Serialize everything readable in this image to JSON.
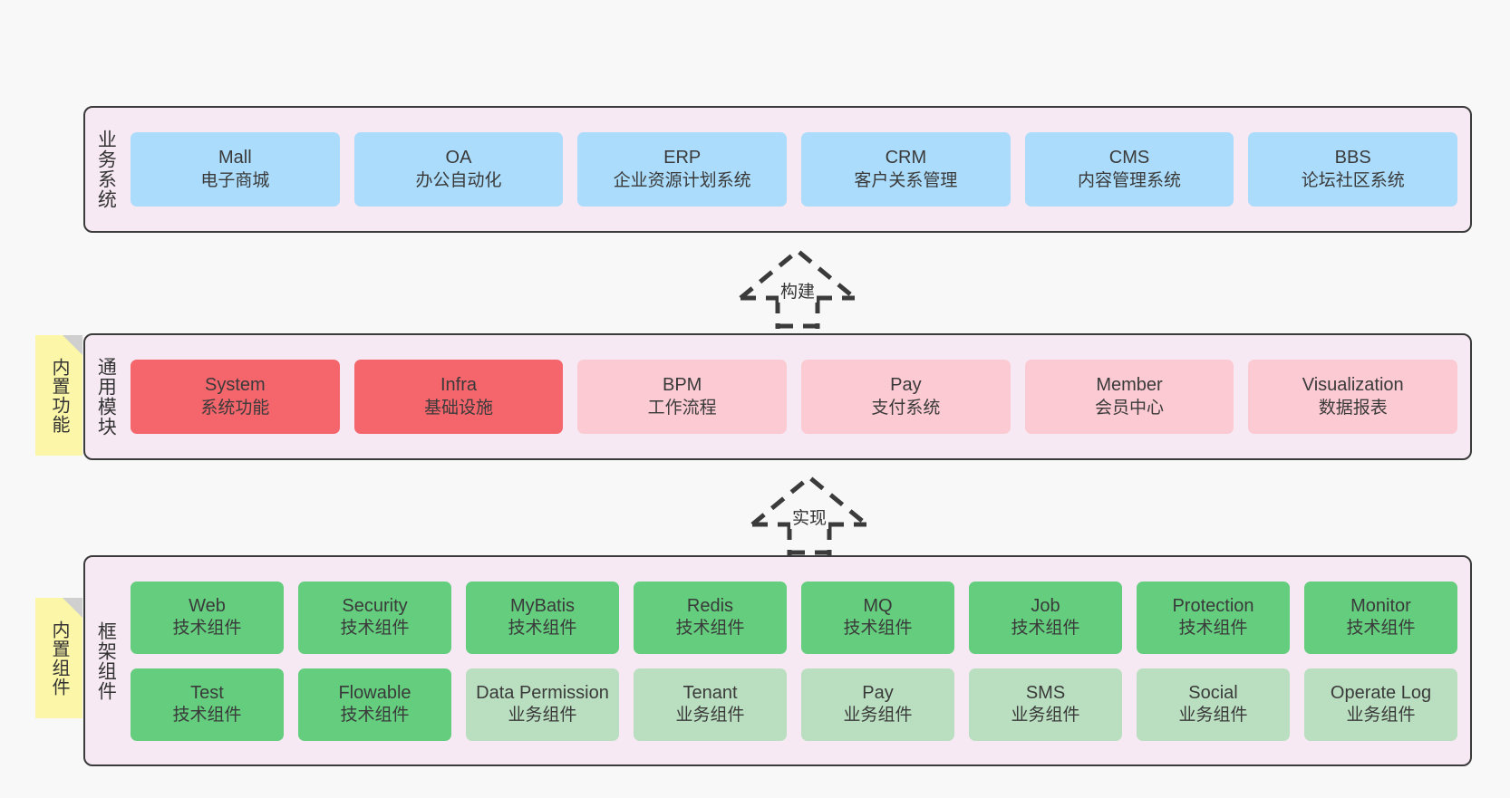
{
  "colors": {
    "background": "#f8f8f8",
    "layer_panel": "#f7e9f3",
    "layer_border": "#3b3b3b",
    "business_card": "#abdcfb",
    "module_core": "#f4666c",
    "module_other": "#fbcad2",
    "component_tech": "#64cd7e",
    "component_business": "#badfc0",
    "note": "#fcf7a8",
    "note_fold": "#cfcfcf"
  },
  "layers": [
    {
      "id": "business-system",
      "title": "业务系统",
      "rows": [
        {
          "cards": [
            {
              "name": "Mall",
              "desc": "电子商城",
              "style": "c-blue"
            },
            {
              "name": "OA",
              "desc": "办公自动化",
              "style": "c-blue"
            },
            {
              "name": "ERP",
              "desc": "企业资源计划系统",
              "style": "c-blue"
            },
            {
              "name": "CRM",
              "desc": "客户关系管理",
              "style": "c-blue"
            },
            {
              "name": "CMS",
              "desc": "内容管理系统",
              "style": "c-blue"
            },
            {
              "name": "BBS",
              "desc": "论坛社区系统",
              "style": "c-blue"
            }
          ]
        }
      ]
    },
    {
      "id": "common-module",
      "title": "通用模块",
      "note": "内置功能",
      "rows": [
        {
          "cards": [
            {
              "name": "System",
              "desc": "系统功能",
              "style": "c-red"
            },
            {
              "name": "Infra",
              "desc": "基础设施",
              "style": "c-red"
            },
            {
              "name": "BPM",
              "desc": "工作流程",
              "style": "c-pink"
            },
            {
              "name": "Pay",
              "desc": "支付系统",
              "style": "c-pink"
            },
            {
              "name": "Member",
              "desc": "会员中心",
              "style": "c-pink"
            },
            {
              "name": "Visualization",
              "desc": "数据报表",
              "style": "c-pink"
            }
          ]
        }
      ]
    },
    {
      "id": "framework-component",
      "title": "框架组件",
      "note": "内置组件",
      "rows": [
        {
          "cards": [
            {
              "name": "Web",
              "desc": "技术组件",
              "style": "c-green"
            },
            {
              "name": "Security",
              "desc": "技术组件",
              "style": "c-green"
            },
            {
              "name": "MyBatis",
              "desc": "技术组件",
              "style": "c-green"
            },
            {
              "name": "Redis",
              "desc": "技术组件",
              "style": "c-green"
            },
            {
              "name": "MQ",
              "desc": "技术组件",
              "style": "c-green"
            },
            {
              "name": "Job",
              "desc": "技术组件",
              "style": "c-green"
            },
            {
              "name": "Protection",
              "desc": "技术组件",
              "style": "c-green"
            },
            {
              "name": "Monitor",
              "desc": "技术组件",
              "style": "c-green"
            }
          ]
        },
        {
          "cards": [
            {
              "name": "Test",
              "desc": "技术组件",
              "style": "c-green"
            },
            {
              "name": "Flowable",
              "desc": "技术组件",
              "style": "c-green"
            },
            {
              "name": "Data Permission",
              "desc": "业务组件",
              "style": "c-greenlight"
            },
            {
              "name": "Tenant",
              "desc": "业务组件",
              "style": "c-greenlight"
            },
            {
              "name": "Pay",
              "desc": "业务组件",
              "style": "c-greenlight"
            },
            {
              "name": "SMS",
              "desc": "业务组件",
              "style": "c-greenlight"
            },
            {
              "name": "Social",
              "desc": "业务组件",
              "style": "c-greenlight"
            },
            {
              "name": "Operate Log",
              "desc": "业务组件",
              "style": "c-greenlight"
            }
          ]
        }
      ]
    }
  ],
  "connectors": [
    {
      "id": "build",
      "label": "构建"
    },
    {
      "id": "implement",
      "label": "实现"
    }
  ]
}
